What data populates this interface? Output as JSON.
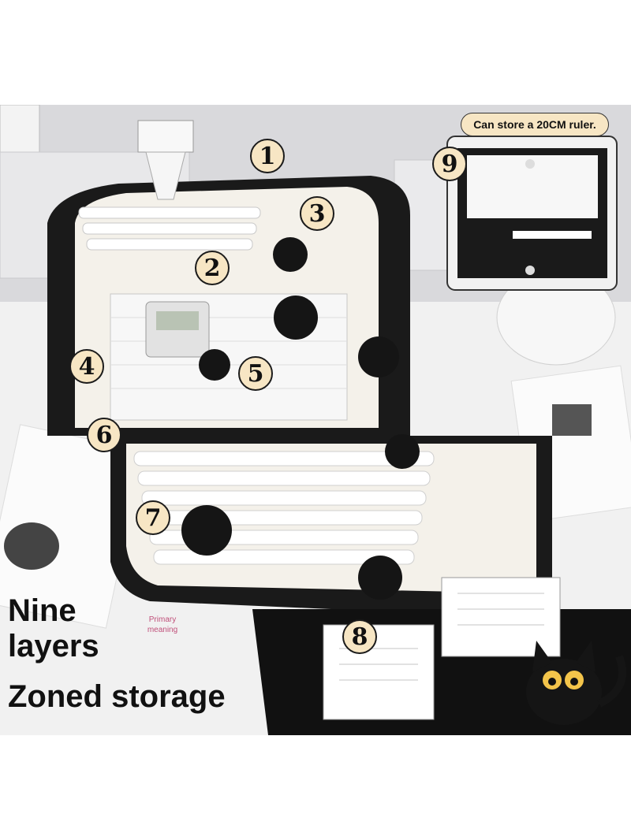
{
  "callouts": {
    "ruler_note": "Can store a 20CM ruler.",
    "numbers": [
      "1",
      "2",
      "3",
      "4",
      "5",
      "6",
      "7",
      "8",
      "9"
    ]
  },
  "headline": {
    "line1": "Nine",
    "line2": "layers",
    "line3": "Zoned storage"
  },
  "tag": {
    "text": "Primary meaning"
  },
  "colors": {
    "badge_fill": "#f7e6c4",
    "case_black": "#1a1a1a",
    "case_cream": "#f4f1ea",
    "cat_eye": "#f3c44a"
  }
}
